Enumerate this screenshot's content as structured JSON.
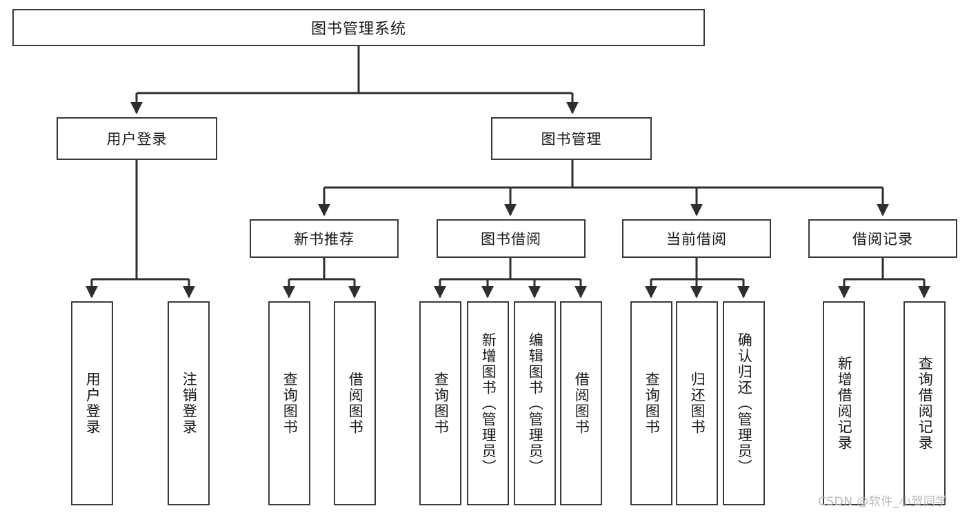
{
  "diagram": {
    "title": "图书管理系统",
    "type": "tree-hierarchy-diagram",
    "watermark": "CSDN @软件_小贺同学",
    "colors": {
      "box_border": "#3a3a3a",
      "box_fill": "#ffffff",
      "edge": "#2e2e2e",
      "text": "#1a1a1a",
      "watermark": "#b9b9b9"
    },
    "levels": {
      "level1": [
        {
          "id": "root",
          "label": "图书管理系统"
        }
      ],
      "level2": [
        {
          "id": "user-login",
          "label": "用户登录"
        },
        {
          "id": "book-manage",
          "label": "图书管理"
        }
      ],
      "level3": [
        {
          "id": "new-book-recommend",
          "label": "新书推荐"
        },
        {
          "id": "book-borrow",
          "label": "图书借阅"
        },
        {
          "id": "current-borrow",
          "label": "当前借阅"
        },
        {
          "id": "borrow-record",
          "label": "借阅记录"
        }
      ],
      "level4": [
        {
          "id": "leaf-user-login",
          "label": "用户登录"
        },
        {
          "id": "leaf-logout",
          "label": "注销登录"
        },
        {
          "id": "leaf-query-book-1",
          "label": "查询图书"
        },
        {
          "id": "leaf-borrow-book-1",
          "label": "借阅图书"
        },
        {
          "id": "leaf-query-book-2",
          "label": "查询图书"
        },
        {
          "id": "leaf-add-book",
          "label": "新增图书（管理员）"
        },
        {
          "id": "leaf-edit-book",
          "label": "编辑图书（管理员）"
        },
        {
          "id": "leaf-borrow-book-2",
          "label": "借阅图书"
        },
        {
          "id": "leaf-query-book-3",
          "label": "查询图书"
        },
        {
          "id": "leaf-return-book",
          "label": "归还图书"
        },
        {
          "id": "leaf-confirm-return",
          "label": "确认归还（管理员）"
        },
        {
          "id": "leaf-add-record",
          "label": "新增借阅记录"
        },
        {
          "id": "leaf-query-record",
          "label": "查询借阅记录"
        }
      ]
    }
  }
}
